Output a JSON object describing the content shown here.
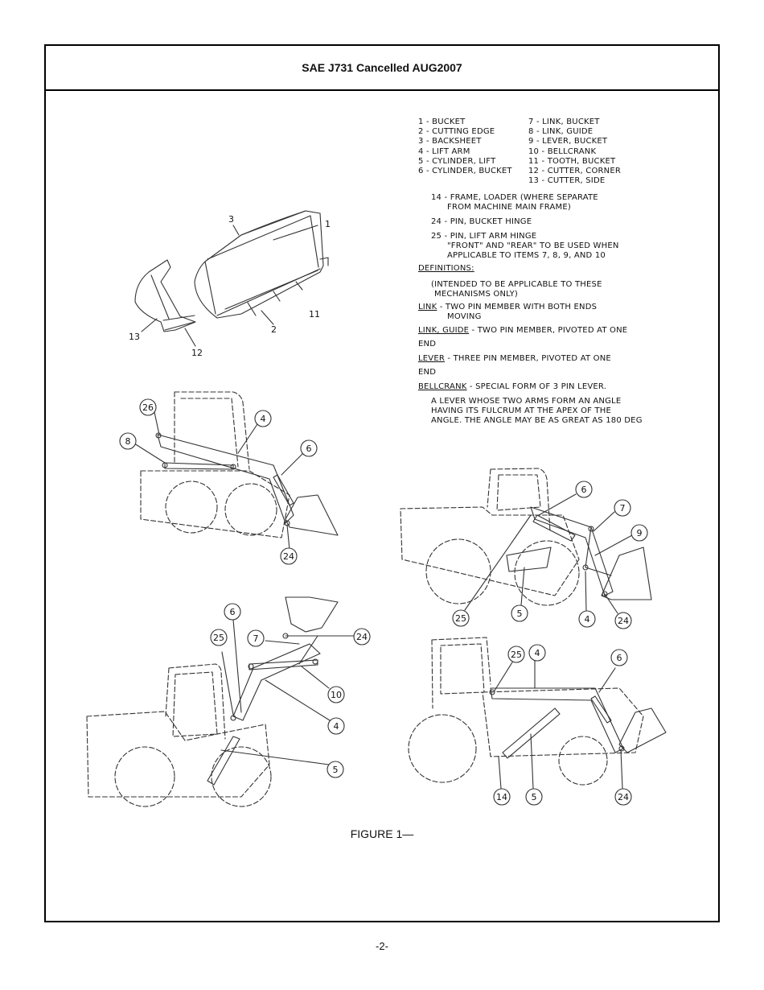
{
  "header": {
    "title": "SAE J731 Cancelled AUG2007"
  },
  "legend": {
    "left_col": [
      "1 - BUCKET",
      "2 - CUTTING EDGE",
      "3 - BACKSHEET",
      "4 - LIFT ARM",
      "5 - CYLINDER, LIFT",
      "6 - CYLINDER, BUCKET"
    ],
    "right_col": [
      "7 - LINK, BUCKET",
      "8 - LINK, GUIDE",
      "9 - LEVER, BUCKET",
      "10 - BELLCRANK",
      "11 - TOOTH, BUCKET",
      "12 - CUTTER, CORNER",
      "13 - CUTTER, SIDE"
    ],
    "item14": [
      "14 - FRAME, LOADER (WHERE SEPARATE",
      "FROM MACHINE MAIN FRAME)"
    ],
    "item24": "24 - PIN, BUCKET HINGE",
    "item25": [
      "25 - PIN, LIFT ARM HINGE",
      "\"FRONT\" AND \"REAR\" TO BE USED WHEN",
      "APPLICABLE TO ITEMS 7, 8, 9, AND 10"
    ],
    "definitions_heading": "DEFINITIONS:",
    "definitions_intro": [
      "(INTENDED TO BE APPLICABLE TO THESE",
      "MECHANISMS ONLY)"
    ],
    "link_term": "LINK",
    "link_def": [
      "- TWO PIN MEMBER WITH BOTH ENDS",
      "MOVING"
    ],
    "guide_term": "LINK, GUIDE",
    "guide_def": [
      "- TWO PIN MEMBER, PIVOTED AT ONE",
      "END"
    ],
    "lever_term": "LEVER",
    "lever_def": [
      "- THREE PIN MEMBER, PIVOTED AT ONE",
      "END"
    ],
    "bellcrank_term": "BELLCRANK",
    "bellcrank_def": "- SPECIAL FORM OF 3 PIN LEVER.",
    "bellcrank_more": [
      "A LEVER WHOSE TWO ARMS FORM AN ANGLE",
      "HAVING ITS FULCRUM AT THE APEX OF THE",
      "ANGLE. THE ANGLE MAY BE AS GREAT AS 180 DEG"
    ]
  },
  "bucket_callouts": [
    "3",
    "1",
    "11",
    "2",
    "13",
    "12"
  ],
  "fig_a_callouts": [
    "26",
    "8",
    "4",
    "6",
    "24"
  ],
  "fig_b_callouts": [
    "6",
    "7",
    "9",
    "25",
    "5",
    "4",
    "24"
  ],
  "fig_c_callouts": [
    "6",
    "25",
    "7",
    "24",
    "10",
    "4",
    "5"
  ],
  "fig_d_callouts": [
    "25",
    "4",
    "6",
    "14",
    "5",
    "24"
  ],
  "caption": "FIGURE 1—",
  "page_number": "-2-"
}
